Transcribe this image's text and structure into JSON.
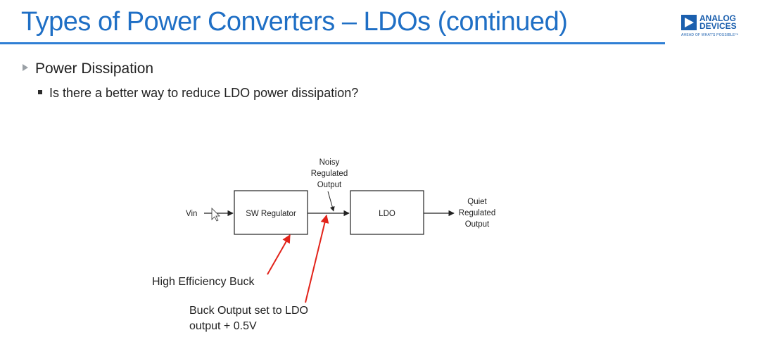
{
  "slide": {
    "title": "Types of Power Converters – LDOs (continued)"
  },
  "logo": {
    "line1": "ANALOG",
    "line2": "DEVICES",
    "tagline": "AHEAD OF WHAT'S POSSIBLE™"
  },
  "bullets": {
    "level1": "Power Dissipation",
    "level2": "Is there a better way to reduce LDO power dissipation?"
  },
  "diagram": {
    "input_label": "Vin",
    "block1_label": "SW Regulator",
    "block2_label": "LDO",
    "noisy_label": [
      "Noisy",
      "Regulated",
      "Output"
    ],
    "quiet_label": [
      "Quiet",
      "Regulated",
      "Output"
    ],
    "callout1": "High Efficiency Buck",
    "callout2": [
      "Buck Output set to LDO",
      "output + 0.5V"
    ],
    "colors": {
      "line": "#222222",
      "annotation_arrow": "#e2231a"
    }
  }
}
